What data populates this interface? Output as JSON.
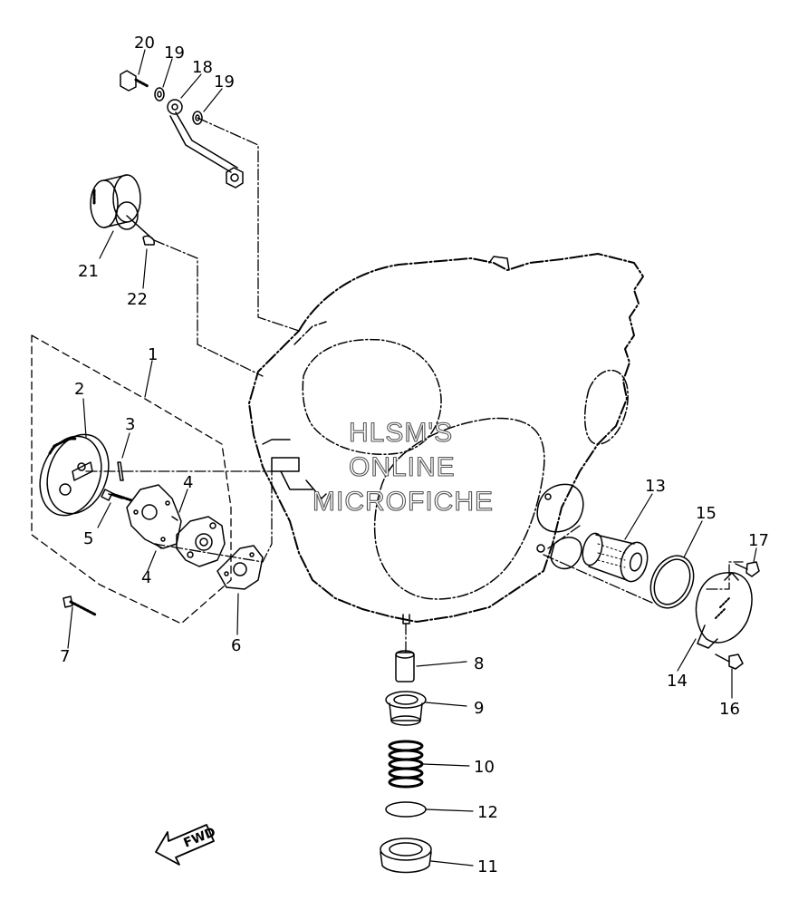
{
  "callouts": {
    "c1": "1",
    "c2": "2",
    "c3": "3",
    "c4a": "4",
    "c4b": "4",
    "c5": "5",
    "c6": "6",
    "c7": "7",
    "c8": "8",
    "c9": "9",
    "c10": "10",
    "c11": "11",
    "c12": "12",
    "c13": "13",
    "c14": "14",
    "c15": "15",
    "c16": "16",
    "c17": "17",
    "c18": "18",
    "c19a": "19",
    "c19b": "19",
    "c20": "20",
    "c21": "21",
    "c22": "22"
  },
  "watermark": {
    "line1": "HLSM'S",
    "line2": "ONLINE",
    "line3": "MICROFICHE"
  },
  "fwd_label": "FWD"
}
